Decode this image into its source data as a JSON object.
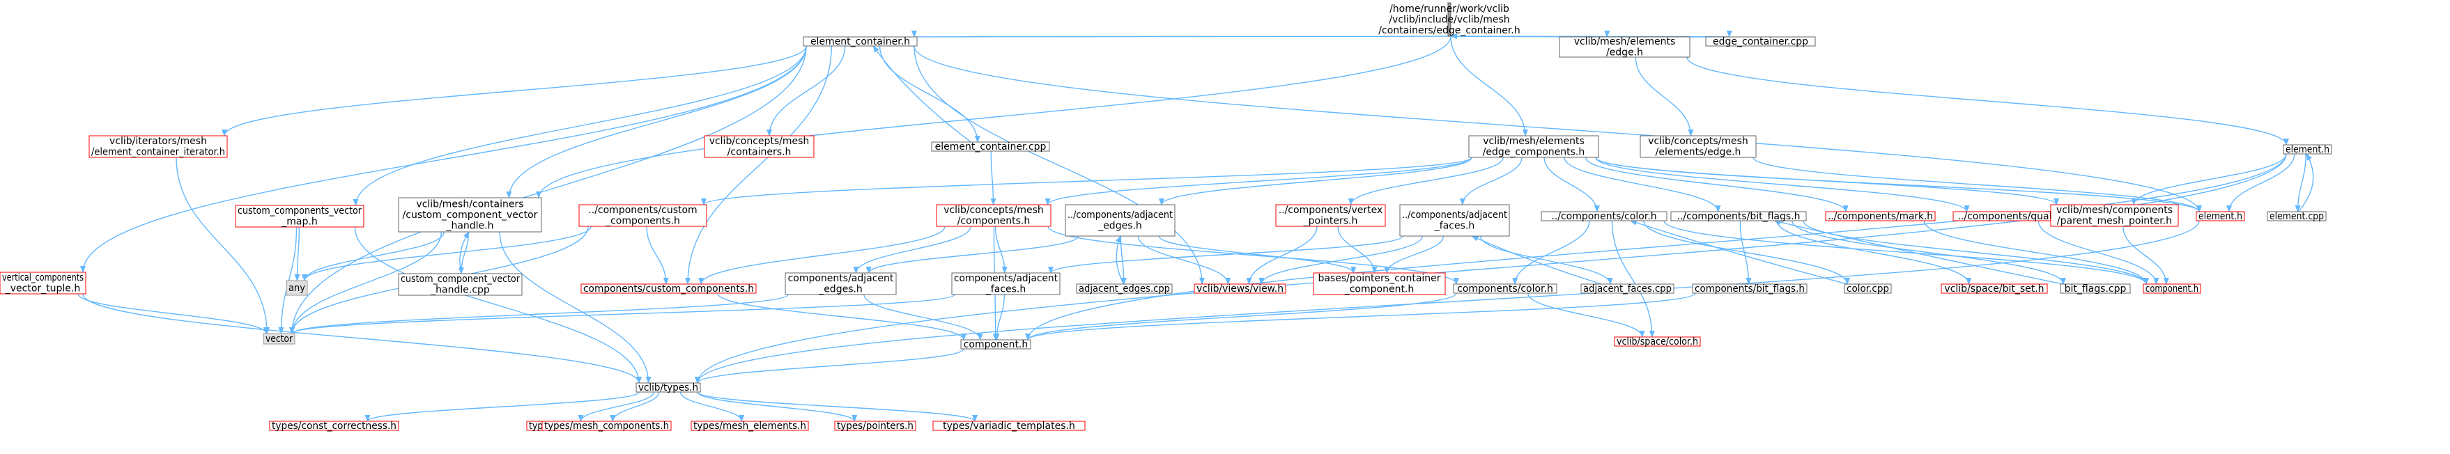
{
  "palette": {
    "edge": "#63b8ff",
    "normal_fill": "#ffffff",
    "normal_stroke": "#666666",
    "missing_fill": "#ffffff",
    "missing_stroke": "#ff0000",
    "root_fill": "#999999",
    "root_stroke": "#666666",
    "external_fill": "#e0e0e0",
    "external_stroke": "#999999"
  },
  "nodes": [
    {
      "id": "root",
      "kind": "root",
      "lines": [
        "/home/runner/work/vclib",
        "/vclib/include/vclib/mesh",
        "/containers/edge_container.h"
      ]
    },
    {
      "id": "element_container_h",
      "kind": "normal",
      "lines": [
        "element_container.h"
      ]
    },
    {
      "id": "mesh_elements_edge_h",
      "kind": "normal",
      "lines": [
        "vclib/mesh/elements",
        "/edge.h"
      ]
    },
    {
      "id": "edge_container_cpp",
      "kind": "normal",
      "lines": [
        "edge_container.cpp"
      ]
    },
    {
      "id": "element_h",
      "kind": "normal",
      "lines": [
        "element.h"
      ]
    },
    {
      "id": "iterators_mesh",
      "kind": "missing",
      "lines": [
        "vclib/iterators/mesh",
        "/element_container_iterator.h"
      ]
    },
    {
      "id": "concepts_mesh_containers",
      "kind": "missing",
      "lines": [
        "vclib/concepts/mesh",
        "/containers.h"
      ]
    },
    {
      "id": "element_container_cpp",
      "kind": "normal",
      "lines": [
        "element_container.cpp"
      ]
    },
    {
      "id": "edge_components_h",
      "kind": "normal",
      "lines": [
        "vclib/mesh/elements",
        "/edge_components.h"
      ]
    },
    {
      "id": "concepts_mesh_elements_edge",
      "kind": "normal",
      "lines": [
        "vclib/concepts/mesh",
        "/elements/edge.h"
      ]
    },
    {
      "id": "element_cpp",
      "kind": "normal",
      "lines": [
        "element.cpp"
      ]
    },
    {
      "id": "vertical_components",
      "kind": "missing",
      "lines": [
        "vertical_components",
        "_vector_tuple.h"
      ]
    },
    {
      "id": "custom_components_vector_map",
      "kind": "missing",
      "lines": [
        "custom_components_vector",
        "_map.h"
      ]
    },
    {
      "id": "custom_component_vector_handle_h",
      "kind": "normal",
      "lines": [
        "vclib/mesh/containers",
        "/custom_component_vector",
        "_handle.h"
      ]
    },
    {
      "id": "components_custom_components_rel",
      "kind": "missing",
      "lines": [
        "../components/custom",
        "_components.h"
      ]
    },
    {
      "id": "concepts_mesh_components",
      "kind": "missing",
      "lines": [
        "vclib/concepts/mesh",
        "/components.h"
      ]
    },
    {
      "id": "components_adjacent_edges_rel",
      "kind": "normal",
      "lines": [
        "../components/adjacent",
        "_edges.h"
      ]
    },
    {
      "id": "components_vertex_pointers_rel",
      "kind": "missing",
      "lines": [
        "../components/vertex",
        "_pointers.h"
      ]
    },
    {
      "id": "components_adjacent_faces_rel",
      "kind": "normal",
      "lines": [
        "../components/adjacent",
        "_faces.h"
      ]
    },
    {
      "id": "components_color_rel",
      "kind": "normal",
      "lines": [
        "../components/color.h"
      ]
    },
    {
      "id": "components_bit_flags_rel",
      "kind": "normal",
      "lines": [
        "../components/bit_flags.h"
      ]
    },
    {
      "id": "components_mark_rel",
      "kind": "missing",
      "lines": [
        "../components/mark.h"
      ]
    },
    {
      "id": "components_quality_rel",
      "kind": "missing",
      "lines": [
        "../components/quality.h"
      ]
    },
    {
      "id": "parent_mesh_pointer",
      "kind": "missing",
      "lines": [
        "vclib/mesh/components",
        "/parent_mesh_pointer.h"
      ]
    },
    {
      "id": "element_h_red",
      "kind": "missing",
      "lines": [
        "element.h"
      ]
    },
    {
      "id": "any",
      "kind": "external",
      "lines": [
        "any"
      ]
    },
    {
      "id": "custom_component_vector_handle_cpp",
      "kind": "normal",
      "lines": [
        "custom_component_vector",
        "_handle.cpp"
      ]
    },
    {
      "id": "components_custom_components_h",
      "kind": "missing",
      "lines": [
        "components/custom_components.h"
      ]
    },
    {
      "id": "components_adjacent_edges_h",
      "kind": "normal",
      "lines": [
        "components/adjacent",
        "_edges.h"
      ]
    },
    {
      "id": "components_adjacent_faces_h",
      "kind": "normal",
      "lines": [
        "components/adjacent",
        "_faces.h"
      ]
    },
    {
      "id": "adjacent_edges_cpp",
      "kind": "normal",
      "lines": [
        "adjacent_edges.cpp"
      ]
    },
    {
      "id": "views_view_h",
      "kind": "missing",
      "lines": [
        "vclib/views/view.h"
      ]
    },
    {
      "id": "bases_pointers_container",
      "kind": "missing",
      "lines": [
        "bases/pointers_container",
        "_component.h"
      ]
    },
    {
      "id": "components_color_h",
      "kind": "normal",
      "lines": [
        "components/color.h"
      ]
    },
    {
      "id": "adjacent_faces_cpp",
      "kind": "normal",
      "lines": [
        "adjacent_faces.cpp"
      ]
    },
    {
      "id": "components_bit_flags_h",
      "kind": "normal",
      "lines": [
        "components/bit_flags.h"
      ]
    },
    {
      "id": "color_cpp",
      "kind": "normal",
      "lines": [
        "color.cpp"
      ]
    },
    {
      "id": "space_bit_set",
      "kind": "missing",
      "lines": [
        "vclib/space/bit_set.h"
      ]
    },
    {
      "id": "bit_flags_cpp",
      "kind": "normal",
      "lines": [
        "bit_flags.cpp"
      ]
    },
    {
      "id": "component_h_red",
      "kind": "missing",
      "lines": [
        "component.h"
      ]
    },
    {
      "id": "vector",
      "kind": "external",
      "lines": [
        "vector"
      ]
    },
    {
      "id": "component_h",
      "kind": "normal",
      "lines": [
        "component.h"
      ]
    },
    {
      "id": "space_color",
      "kind": "missing",
      "lines": [
        "vclib/space/color.h"
      ]
    },
    {
      "id": "types_h",
      "kind": "normal",
      "lines": [
        "vclib/types.h"
      ]
    },
    {
      "id": "types_const_correctness",
      "kind": "missing",
      "lines": [
        "types/const_correctness.h"
      ]
    },
    {
      "id": "types_inheritance",
      "kind": "missing",
      "lines": [
        "types/inheritance.h"
      ]
    },
    {
      "id": "types_mesh_components",
      "kind": "missing",
      "lines": [
        "types/mesh_components.h"
      ]
    },
    {
      "id": "types_mesh_elements",
      "kind": "missing",
      "lines": [
        "types/mesh_elements.h"
      ]
    },
    {
      "id": "types_pointers",
      "kind": "missing",
      "lines": [
        "types/pointers.h"
      ]
    },
    {
      "id": "types_variadic_templates",
      "kind": "missing",
      "lines": [
        "types/variadic_templates.h"
      ]
    }
  ]
}
